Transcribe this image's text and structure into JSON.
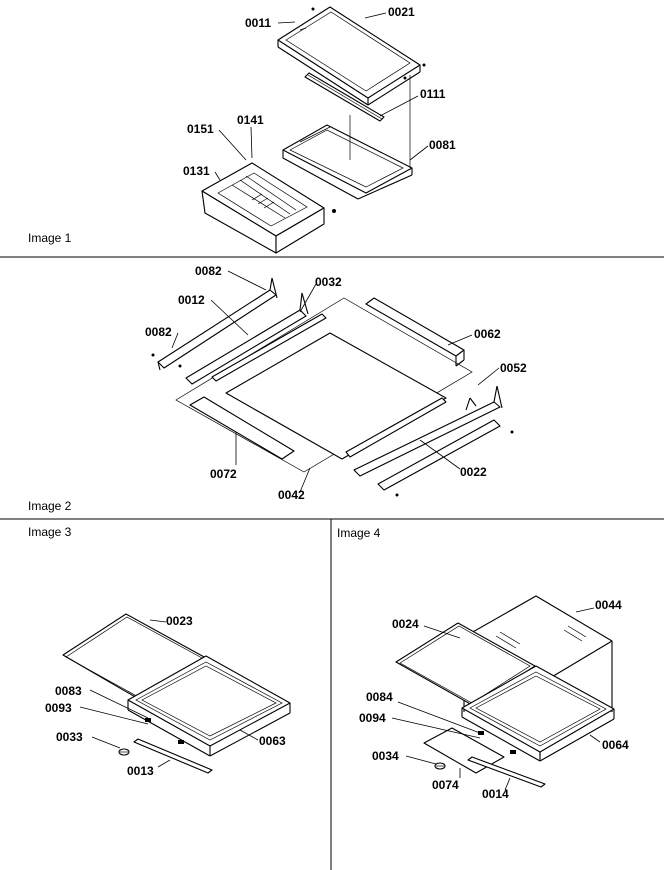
{
  "captions": {
    "image1": "Image 1",
    "image2": "Image 2",
    "image3": "Image 3",
    "image4": "Image 4"
  },
  "parts": {
    "p0011": "0011",
    "p0021": "0021",
    "p0111": "0111",
    "p0081": "0081",
    "p0151": "0151",
    "p0141": "0141",
    "p0131": "0131",
    "p0082a": "0082",
    "p0012": "0012",
    "p0032": "0032",
    "p0082b": "0082",
    "p0062": "0062",
    "p0052": "0052",
    "p0072": "0072",
    "p0042": "0042",
    "p0022": "0022",
    "p0023": "0023",
    "p0083": "0083",
    "p0093": "0093",
    "p0033": "0033",
    "p0063": "0063",
    "p0013": "0013",
    "p0044": "0044",
    "p0024": "0024",
    "p0084": "0084",
    "p0094": "0094",
    "p0034": "0034",
    "p0074": "0074",
    "p0014": "0014",
    "p0064": "0064"
  }
}
